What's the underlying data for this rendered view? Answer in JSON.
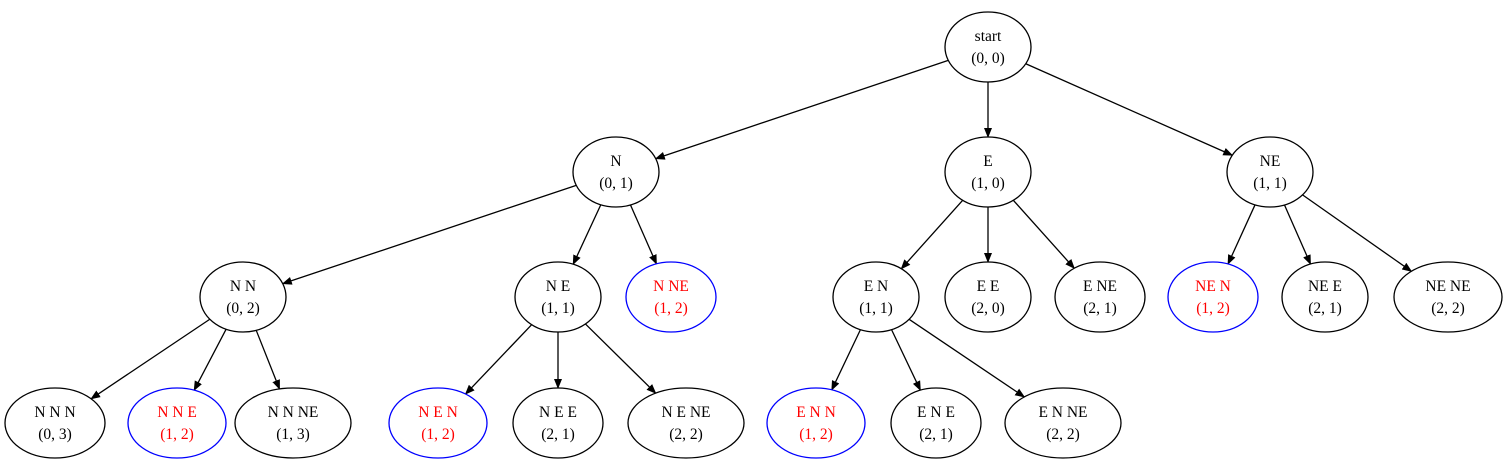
{
  "colors": {
    "default_stroke": "#000000",
    "default_text": "#000000",
    "highlight_stroke": "#0000ff",
    "highlight_text": "#ff0000",
    "edge": "#000000"
  },
  "nodes": [
    {
      "id": "start",
      "label": "start",
      "coord": "(0, 0)"
    },
    {
      "id": "N",
      "label": "N",
      "coord": "(0, 1)"
    },
    {
      "id": "E",
      "label": "E",
      "coord": "(1, 0)"
    },
    {
      "id": "NE",
      "label": "NE",
      "coord": "(1, 1)"
    },
    {
      "id": "NN",
      "label": "N N",
      "coord": "(0, 2)"
    },
    {
      "id": "NE_",
      "label": "N E",
      "coord": "(1, 1)"
    },
    {
      "id": "NNE",
      "label": "N NE",
      "coord": "(1, 2)",
      "highlight": true
    },
    {
      "id": "EN",
      "label": "E N",
      "coord": "(1, 1)"
    },
    {
      "id": "EE",
      "label": "E E",
      "coord": "(2, 0)"
    },
    {
      "id": "ENE",
      "label": "E NE",
      "coord": "(2, 1)"
    },
    {
      "id": "NEN",
      "label": "NE N",
      "coord": "(1, 2)",
      "highlight": true
    },
    {
      "id": "NEE",
      "label": "NE E",
      "coord": "(2, 1)"
    },
    {
      "id": "NENE",
      "label": "NE NE",
      "coord": "(2, 2)"
    },
    {
      "id": "NNN",
      "label": "N N N",
      "coord": "(0, 3)"
    },
    {
      "id": "NNE2",
      "label": "N N E",
      "coord": "(1, 2)",
      "highlight": true
    },
    {
      "id": "NNNE",
      "label": "N N NE",
      "coord": "(1, 3)"
    },
    {
      "id": "NEN2",
      "label": "N E N",
      "coord": "(1, 2)",
      "highlight": true
    },
    {
      "id": "NEE2",
      "label": "N E E",
      "coord": "(2, 1)"
    },
    {
      "id": "NENE2",
      "label": "N E NE",
      "coord": "(2, 2)"
    },
    {
      "id": "ENN",
      "label": "E N N",
      "coord": "(1, 2)",
      "highlight": true
    },
    {
      "id": "ENE2",
      "label": "E N E",
      "coord": "(2, 1)"
    },
    {
      "id": "ENNE",
      "label": "E N NE",
      "coord": "(2, 2)"
    }
  ],
  "edges": [
    [
      "start",
      "N"
    ],
    [
      "start",
      "E"
    ],
    [
      "start",
      "NE"
    ],
    [
      "N",
      "NN"
    ],
    [
      "N",
      "NE_"
    ],
    [
      "N",
      "NNE"
    ],
    [
      "E",
      "EN"
    ],
    [
      "E",
      "EE"
    ],
    [
      "E",
      "ENE"
    ],
    [
      "NE",
      "NEN"
    ],
    [
      "NE",
      "NEE"
    ],
    [
      "NE",
      "NENE"
    ],
    [
      "NN",
      "NNN"
    ],
    [
      "NN",
      "NNE2"
    ],
    [
      "NN",
      "NNNE"
    ],
    [
      "NE_",
      "NEN2"
    ],
    [
      "NE_",
      "NEE2"
    ],
    [
      "NE_",
      "NENE2"
    ],
    [
      "EN",
      "ENN"
    ],
    [
      "EN",
      "ENE2"
    ],
    [
      "EN",
      "ENNE"
    ]
  ]
}
